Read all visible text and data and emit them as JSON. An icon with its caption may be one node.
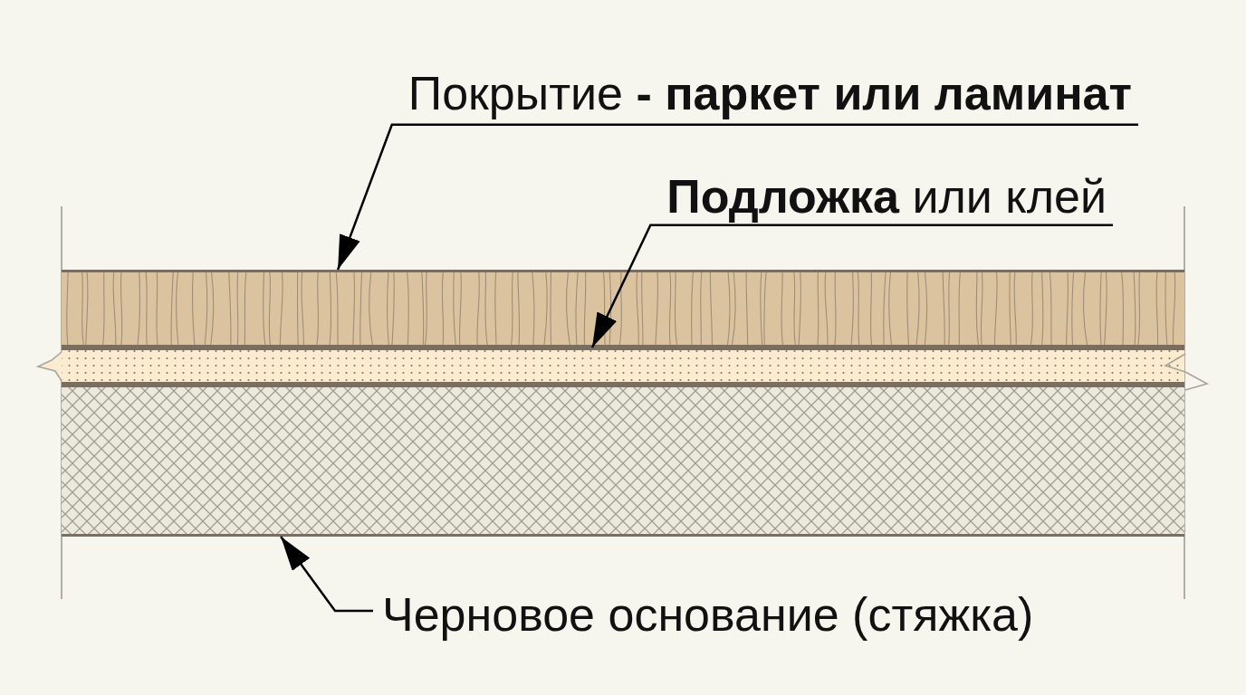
{
  "diagram": {
    "nodes": [
      {
        "text": [
          "Покрытие **- паркет или ламинат**"
        ]
      },
      {
        "text": [
          "**Подложка** или клей"
        ]
      },
      {
        "text": [],
        "shape": "bar"
      },
      {
        "text": [],
        "shape": "bar"
      },
      {
        "text": [],
        "shape": "bar"
      },
      {
        "text": [
          "Черновое основание (стяжка)"
        ]
      }
    ],
    "edges": [
      {
        "from": 0,
        "to": 2,
        "arrow": "to"
      },
      {
        "from": 1,
        "to": 3,
        "arrow": "to"
      },
      {
        "from": 5,
        "to": 4,
        "arrow": "to"
      }
    ]
  }
}
